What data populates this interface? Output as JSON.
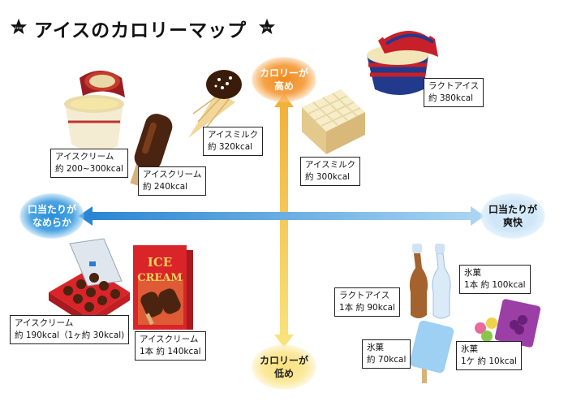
{
  "title": "アイスのカロリーマップ",
  "axes": {
    "top": [
      "カロリーが",
      "高め"
    ],
    "bottom": [
      "カロリーが",
      "低め"
    ],
    "left": [
      "口当たりが",
      "なめらか"
    ],
    "right": [
      "口当たりが",
      "爽快"
    ]
  },
  "items": {
    "cup": [
      "アイスクリーム",
      "約 200~300kcal"
    ],
    "bar": [
      "アイスクリーム",
      "約 240kcal"
    ],
    "cone": [
      "アイスミルク",
      "約 320kcal"
    ],
    "waffle": [
      "アイスミルク",
      "約 300kcal"
    ],
    "lacto_cup": [
      "ラクトアイス",
      "約 380kcal"
    ],
    "box_pieces": [
      "アイスクリーム",
      "約 190kcal（1ヶ約 30kcal)"
    ],
    "ice_cream_box": [
      "アイスクリーム",
      "1本 約 140kcal"
    ],
    "tube_ice": [
      "ラクトアイス",
      "1本 約 90kcal"
    ],
    "tube_hyoka": [
      "氷菓",
      "1本 約 100kcal"
    ],
    "popsicle": [
      "氷菓",
      "約 70kcal"
    ],
    "grape": [
      "氷菓",
      "1ケ 約 10kcal"
    ]
  },
  "box_text": [
    "ICE",
    "CREAM"
  ],
  "colors": {
    "vertical_arrow": "#f3c24a",
    "horizontal_arrow": "#2f8fd6",
    "chocolate": "#4a2410",
    "red": "#c8202a"
  }
}
